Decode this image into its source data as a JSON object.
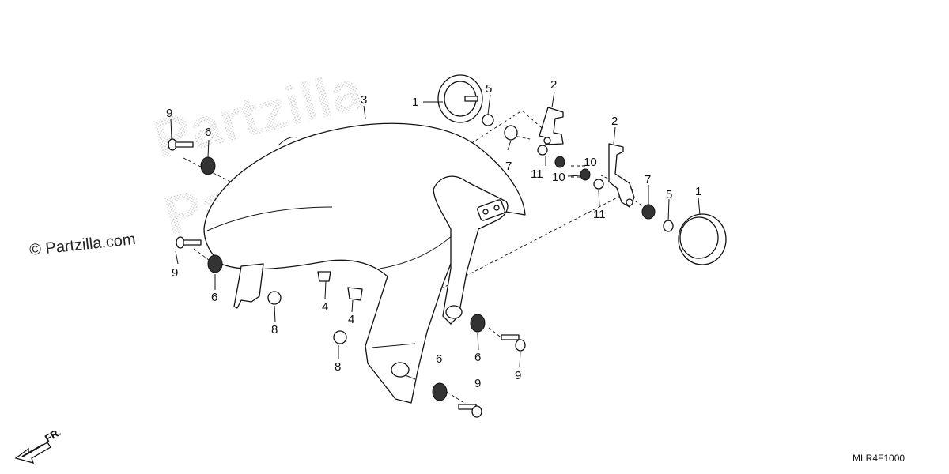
{
  "watermark": {
    "line1": "Partzilla",
    "line2": "Partzilla"
  },
  "copyright": "© Partzilla.com",
  "diagram_code": "MLR4F1000",
  "direction_label": "FR.",
  "callouts": {
    "c1_left": "1",
    "c1_right": "1",
    "c2_left": "2",
    "c2_right": "2",
    "c3": "3",
    "c4_left": "4",
    "c4_right": "4",
    "c5_left": "5",
    "c5_right": "5",
    "c6_top": "6",
    "c6_left": "6",
    "c6_mid": "6",
    "c6_right": "6",
    "c7_left": "7",
    "c7_right": "7",
    "c8_left": "8",
    "c8_mid": "8",
    "c9_top": "9",
    "c9_left": "9",
    "c9_mid": "9",
    "c9_right": "9",
    "c10_left": "10",
    "c10_right": "10",
    "c11_left": "11",
    "c11_right": "11"
  }
}
